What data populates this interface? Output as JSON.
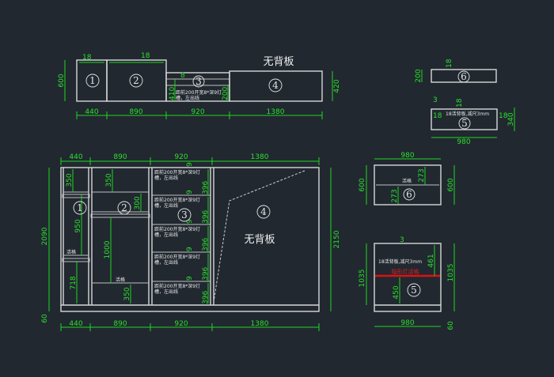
{
  "labels": {
    "no_back_panel": "无背板",
    "movable_shelf": "活格",
    "light_slot_note_1": "距前200开宽8*深9灯",
    "light_slot_note_2": "槽，左出线",
    "back_panel_note": "18活背板,减尺3mm",
    "hidden_light_note": "隐形灯活格"
  },
  "units": {
    "u1": "1",
    "u2": "2",
    "u3": "3",
    "u4": "4",
    "u5": "5",
    "u6": "6"
  },
  "top_view": {
    "widths": [
      "440",
      "890",
      "920",
      "1380"
    ],
    "depth_left": "600",
    "depth_right": "420",
    "thick": "18",
    "shelf_a": "8",
    "shelf_b": "410",
    "shelf_c": "200"
  },
  "piece6_top": {
    "depth": "200",
    "thick": "18"
  },
  "piece5_top": {
    "gap": "3",
    "thick": "18",
    "side_l": "18",
    "side_r": "18",
    "depth": "340",
    "width": "980"
  },
  "front": {
    "top_widths": [
      "440",
      "890",
      "920",
      "1380"
    ],
    "bottom_widths": [
      "440",
      "890",
      "920",
      "1380"
    ],
    "height_left": "2090",
    "plinth_left": "60",
    "height_right": "2150",
    "col1": [
      "350",
      "950",
      "718"
    ],
    "col2": [
      "350",
      "300",
      "1000",
      "350"
    ],
    "col3_gap": "9",
    "col3_h": "396"
  },
  "side6": {
    "width": "980",
    "h_left": "600",
    "h_right": "600",
    "upper": "273",
    "lower": "273"
  },
  "side5": {
    "width": "980",
    "h_left": "1035",
    "h_right": "1035",
    "plinth": "60",
    "gap": "3",
    "upper": "461",
    "lower": "450"
  },
  "colors": {
    "background": "#212830",
    "lines": "#d8d8d8",
    "dims": "#1fd61f",
    "accent": "#e01010"
  }
}
